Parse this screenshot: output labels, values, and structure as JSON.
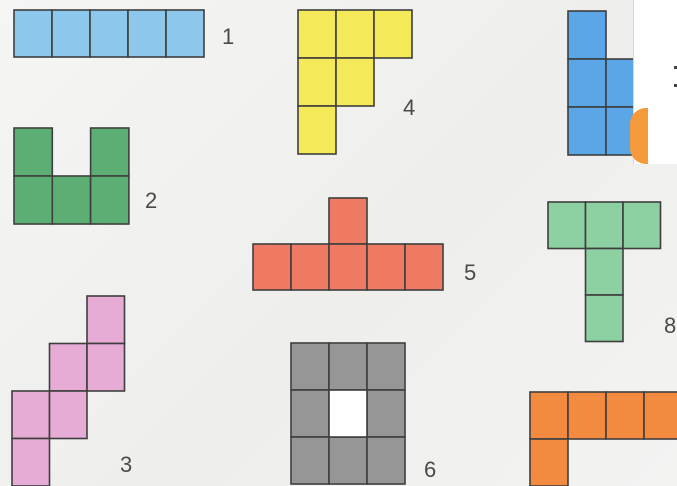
{
  "pieces": [
    {
      "label": "1",
      "color": "#8ec7ec",
      "cells": [
        [
          0,
          0
        ],
        [
          1,
          0
        ],
        [
          2,
          0
        ],
        [
          3,
          0
        ],
        [
          4,
          0
        ]
      ]
    },
    {
      "label": "2",
      "color": "#5dae74",
      "cells": [
        [
          0,
          0
        ],
        [
          2,
          0
        ],
        [
          0,
          1
        ],
        [
          1,
          1
        ],
        [
          2,
          1
        ]
      ]
    },
    {
      "label": "3",
      "color": "#e7acd6",
      "cells": [
        [
          2,
          0
        ],
        [
          1,
          1
        ],
        [
          2,
          1
        ],
        [
          0,
          2
        ],
        [
          1,
          2
        ],
        [
          0,
          3
        ]
      ]
    },
    {
      "label": "4",
      "color": "#f4ea59",
      "cells": [
        [
          0,
          0
        ],
        [
          1,
          0
        ],
        [
          2,
          0
        ],
        [
          0,
          1
        ],
        [
          1,
          1
        ],
        [
          0,
          2
        ]
      ]
    },
    {
      "label": "5",
      "color": "#ef7a64",
      "cells": [
        [
          2,
          0
        ],
        [
          0,
          1
        ],
        [
          1,
          1
        ],
        [
          2,
          1
        ],
        [
          3,
          1
        ],
        [
          4,
          1
        ]
      ]
    },
    {
      "label": "6",
      "color": "#979696",
      "cells": [
        [
          0,
          0
        ],
        [
          1,
          0
        ],
        [
          2,
          0
        ],
        [
          0,
          1
        ],
        [
          2,
          1
        ],
        [
          0,
          2
        ],
        [
          1,
          2
        ],
        [
          2,
          2
        ]
      ]
    },
    {
      "label": "8",
      "color": "#8dd0a2",
      "cells": [
        [
          0,
          0
        ],
        [
          1,
          0
        ],
        [
          2,
          0
        ],
        [
          1,
          1
        ],
        [
          1,
          2
        ]
      ]
    },
    {
      "label": "",
      "color": "#5aa6e6",
      "cells": [
        [
          0,
          0
        ],
        [
          0,
          1
        ],
        [
          1,
          1
        ],
        [
          0,
          2
        ],
        [
          1,
          2
        ]
      ]
    },
    {
      "label": "",
      "color": "#f28b3f",
      "cells": [
        [
          0,
          0
        ],
        [
          1,
          0
        ],
        [
          2,
          0
        ],
        [
          3,
          0
        ],
        [
          0,
          1
        ]
      ]
    }
  ]
}
